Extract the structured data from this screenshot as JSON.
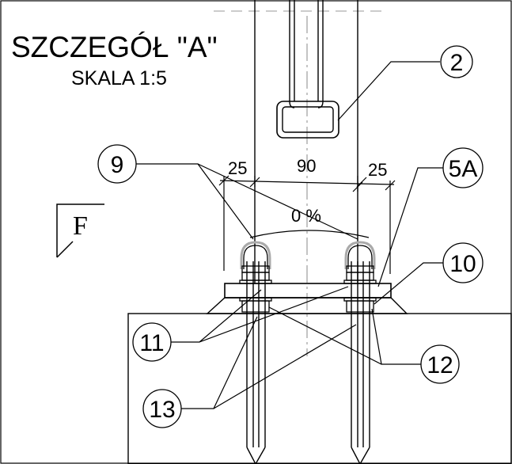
{
  "title": "SZCZEGÓŁ \"A\"",
  "scale": "SKALA 1:5",
  "section_mark": "F",
  "dimensions": {
    "left": "25",
    "middle": "90",
    "right": "25",
    "slope": "0 %"
  },
  "callouts": {
    "c2": "2",
    "c9": "9",
    "c5a": "5A",
    "c10": "10",
    "c11": "11",
    "c12": "12",
    "c13": "13"
  }
}
